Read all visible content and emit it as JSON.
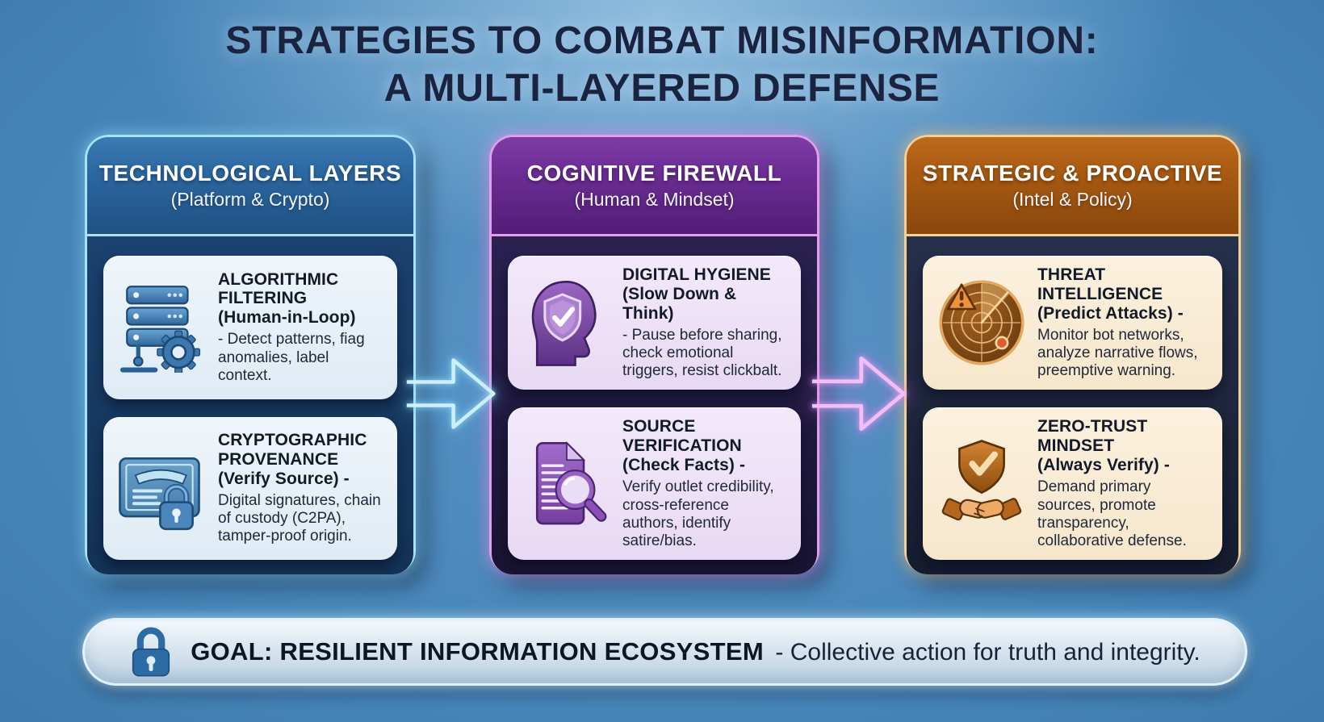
{
  "title": {
    "line1": "STRATEGIES TO COMBAT MISINFORMATION:",
    "line2": "A MULTI-LAYERED DEFENSE"
  },
  "columns": [
    {
      "header": "TECHNOLOGICAL LAYERS",
      "subheader": "(Platform & Crypto)",
      "accent_border": "#a9e2f7",
      "header_color": "#2c67a0",
      "body_color": "#16395f",
      "card_color": "#e7f0f8",
      "cards": [
        {
          "icon": "server-gear-icon",
          "title": "ALGORITHMIC\nFILTERING\n(Human-in-Loop)",
          "body": "- Detect patterns, fiag anomalies, label context."
        },
        {
          "icon": "certificate-lock-icon",
          "title": "CRYPTOGRAPHIC\nPROVENANCE\n(Verify Source) -",
          "body": "Digital signatures, chain of custody (C2PA), tamper-proof origin."
        }
      ]
    },
    {
      "header": "COGNITIVE FIREWALL",
      "subheader": "(Human & Mindset)",
      "accent_border": "#e0a0ec",
      "header_color": "#6c2d94",
      "body_color": "#221b42",
      "card_color": "#efe3f8",
      "cards": [
        {
          "icon": "head-shield-icon",
          "title": "DIGITAL HYGIENE\n(Slow Down & Think)",
          "body": "- Pause before sharing, check emotional triggers, resist clickbalt."
        },
        {
          "icon": "document-magnifier-icon",
          "title": "SOURCE\nVERIFICATION\n(Check Facts) -",
          "body": "Verify outlet credibility, cross-reference authors, identify satire/bias."
        }
      ]
    },
    {
      "header": "STRATEGIC & PROACTIVE",
      "subheader": "(Intel & Policy)",
      "accent_border": "#f3cf9a",
      "header_color": "#a85a12",
      "body_color": "#202941",
      "card_color": "#f9edd8",
      "cards": [
        {
          "icon": "radar-icon",
          "title": "THREAT\nINTELLIGENCE\n(Predict Attacks) -",
          "body": "Monitor bot networks, analyze narrative flows, preemptive warning."
        },
        {
          "icon": "shield-handshake-icon",
          "title": "ZERO-TRUST\nMINDSET\n(Always Verify) -",
          "body": "Demand primary sources, promote transparency, collaborative defense."
        }
      ]
    }
  ],
  "arrows": [
    {
      "icon": "flow-arrow-right-icon",
      "color": "#bfe9fb",
      "from": "technological-layers",
      "to": "cognitive-firewall"
    },
    {
      "icon": "flow-arrow-right-icon",
      "color": "#f3bdf8",
      "from": "cognitive-firewall",
      "to": "strategic-proactive"
    }
  ],
  "goal": {
    "icon": "padlock-icon",
    "highlight": "GOAL: RESILIENT INFORMATION ECOSYSTEM",
    "rest": "- Collective action for truth and integrity."
  }
}
